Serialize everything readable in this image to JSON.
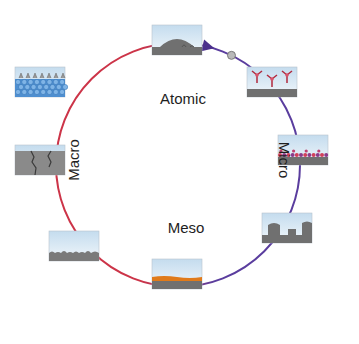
{
  "diagram": {
    "labels": [
      "Atomic",
      "Macro",
      "Micro",
      "Meso"
    ]
  }
}
